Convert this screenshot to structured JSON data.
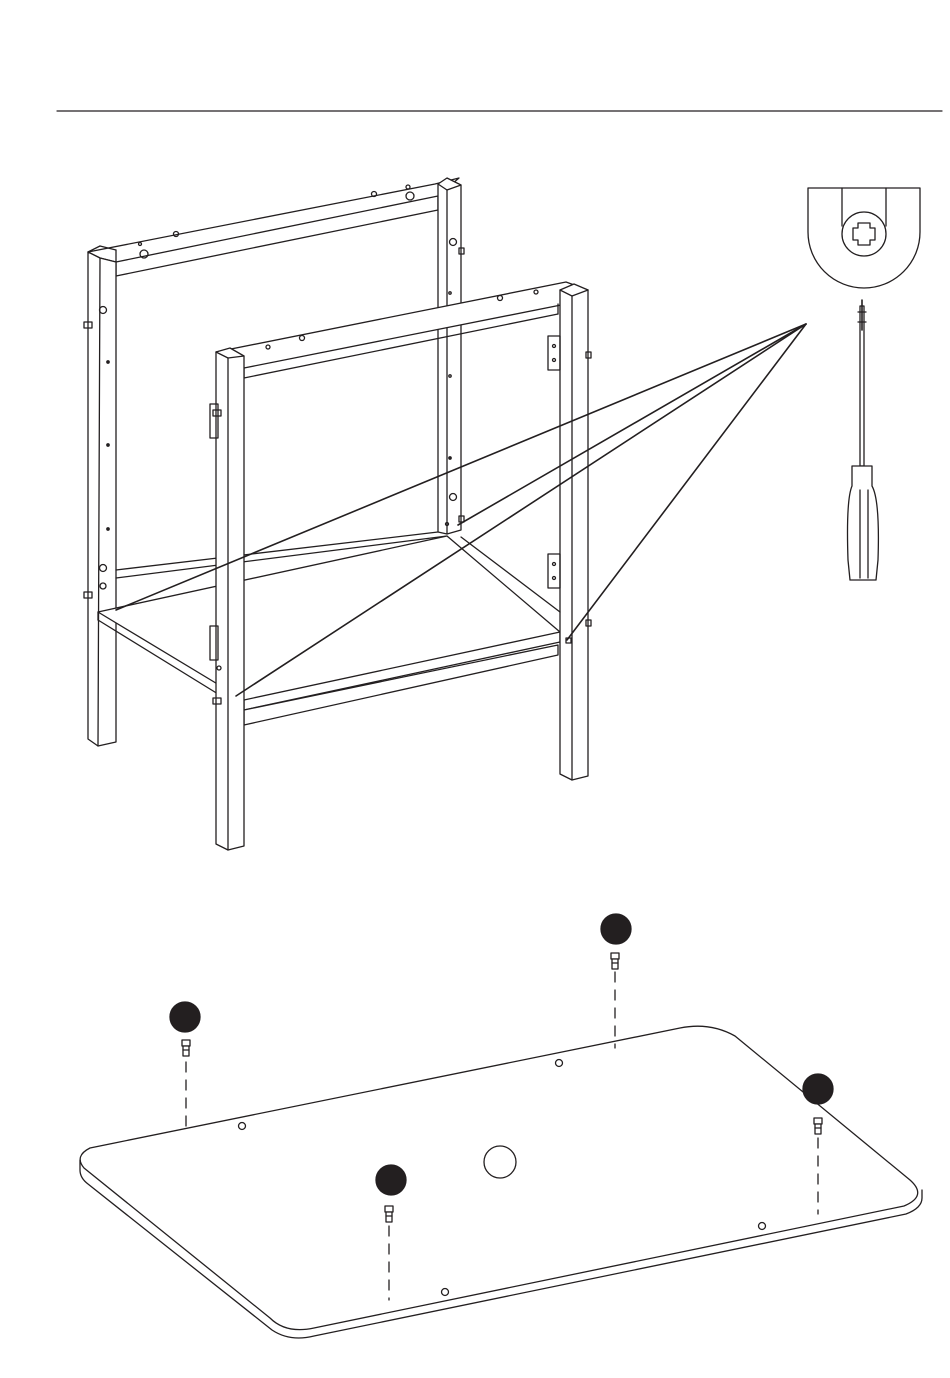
{
  "document": {
    "type": "assembly-instructions",
    "step_callouts": [
      {
        "id": "callout-1",
        "label": ""
      },
      {
        "id": "callout-2",
        "label": ""
      },
      {
        "id": "callout-3",
        "label": ""
      },
      {
        "id": "callout-4",
        "label": ""
      }
    ],
    "tool_icon": "phillips-screwdriver-icon",
    "detail_icon": "cam-lock-detail-icon",
    "part_marker_label": ""
  }
}
